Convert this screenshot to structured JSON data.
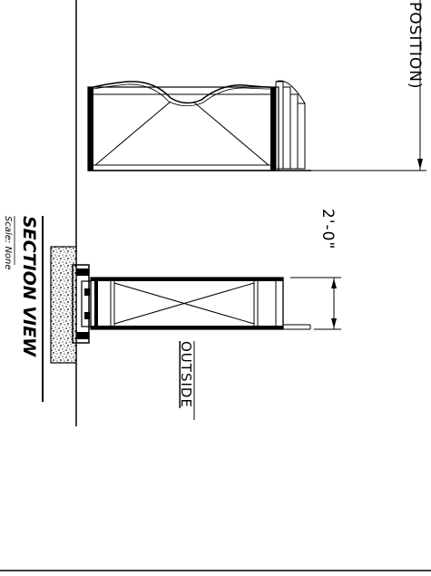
{
  "labels": {
    "position_fragment": "POSITION)",
    "dimension": "2'-0\"",
    "outside": "OUTSIDE",
    "title": "SECTION VIEW",
    "scale": "Scale: None"
  }
}
